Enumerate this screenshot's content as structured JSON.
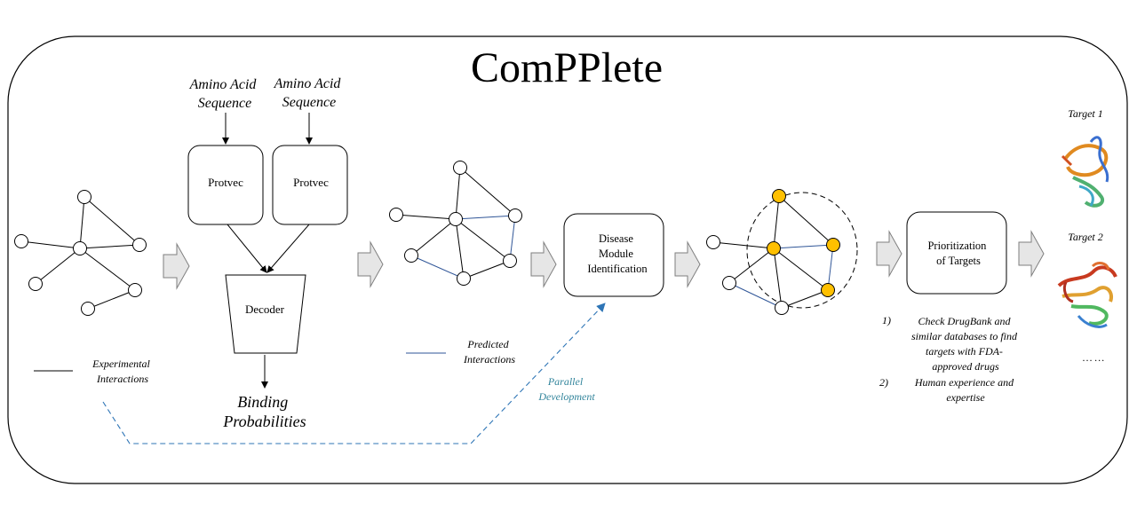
{
  "title": "ComPPlete",
  "input_labels": {
    "seq_left": [
      "Amino Acid",
      "Sequence"
    ],
    "seq_right": [
      "Amino Acid",
      "Sequence"
    ]
  },
  "boxes": {
    "protvec_left": "Protvec",
    "protvec_right": "Protvec",
    "decoder": "Decoder",
    "disease_module": [
      "Disease",
      "Module",
      "Identification"
    ],
    "prioritization": [
      "Prioritization",
      "of Targets"
    ]
  },
  "outputs": {
    "binding": [
      "Binding",
      "Probabilities"
    ]
  },
  "legend": {
    "experimental": [
      "Experimental",
      "Interactions"
    ],
    "predicted": [
      "Predicted",
      "Interactions"
    ],
    "parallel": [
      "Parallel",
      "Development"
    ]
  },
  "notes": {
    "item1_num": "1)",
    "item1": [
      "Check DrugBank and",
      "similar databases to find",
      "targets with FDA-",
      "approved drugs"
    ],
    "item2_num": "2)",
    "item2": [
      "Human experience and",
      "expertise"
    ]
  },
  "targets": {
    "t1": "Target 1",
    "t2": "Target 2",
    "more": "… …"
  },
  "colors": {
    "predicted_edge": "#2f5597",
    "parallel_dash": "#2e75b6",
    "parallel_text": "#31849b",
    "module_node": "#ffc000",
    "arrow_fill": "#e6e6e6",
    "arrow_stroke": "#7f7f7f"
  }
}
